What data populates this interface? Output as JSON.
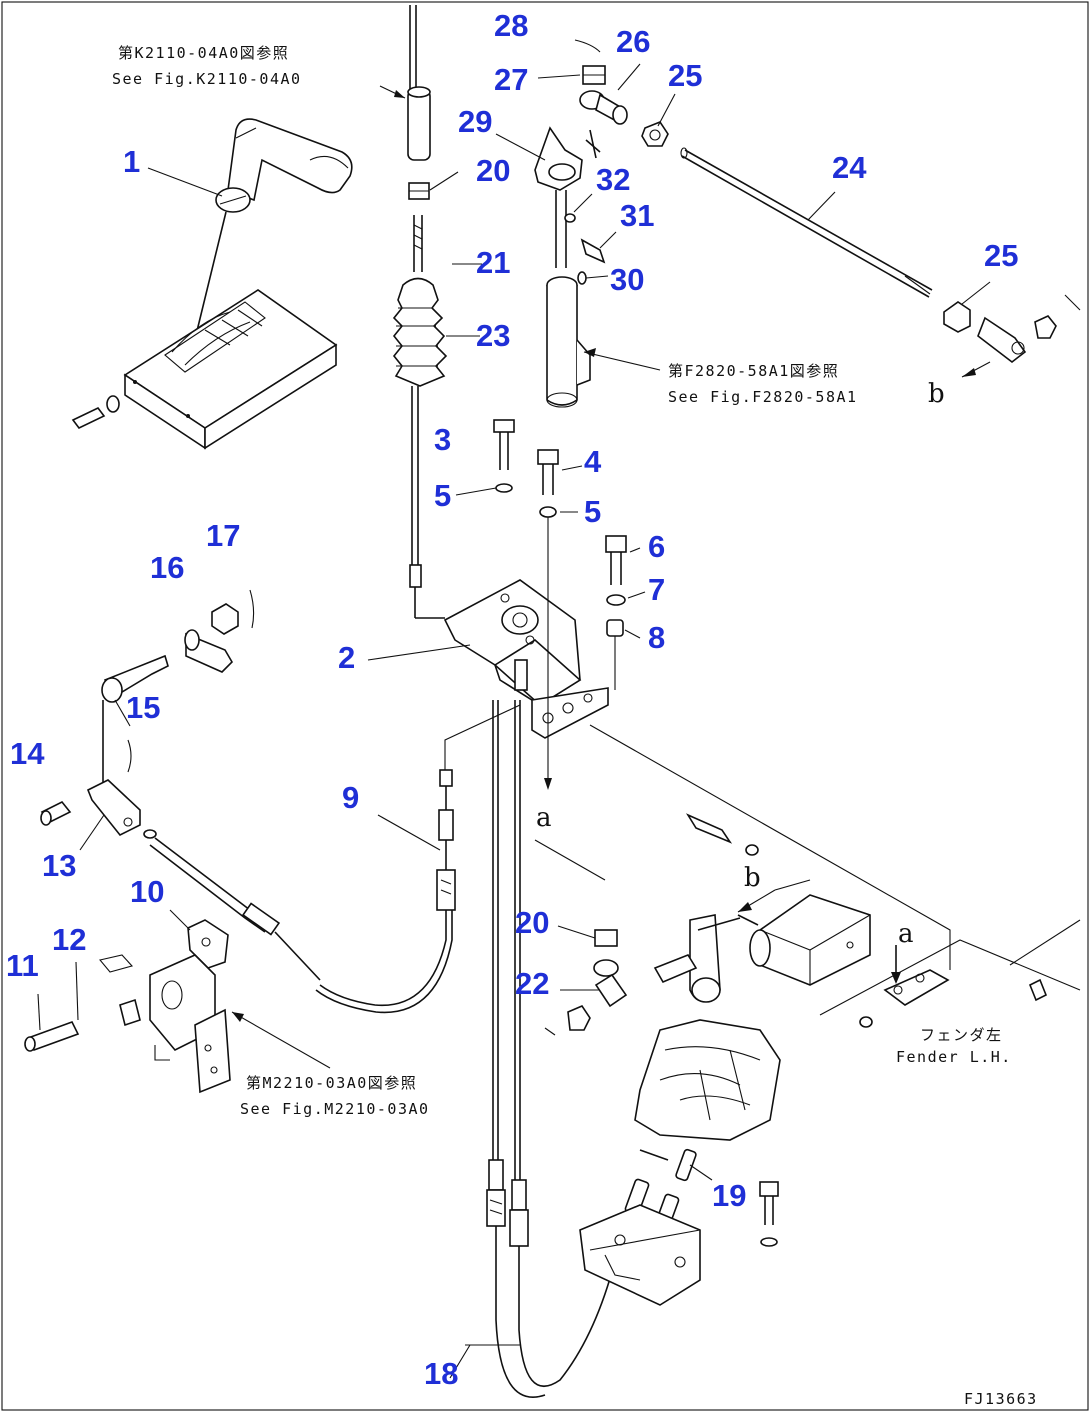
{
  "colors": {
    "callout": "#1f2fd6",
    "line": "#111111",
    "background": "#ffffff"
  },
  "callouts": [
    {
      "id": "1",
      "label": "1"
    },
    {
      "id": "2",
      "label": "2"
    },
    {
      "id": "3",
      "label": "3"
    },
    {
      "id": "4",
      "label": "4"
    },
    {
      "id": "5a",
      "label": "5"
    },
    {
      "id": "5b",
      "label": "5"
    },
    {
      "id": "6",
      "label": "6"
    },
    {
      "id": "7",
      "label": "7"
    },
    {
      "id": "8",
      "label": "8"
    },
    {
      "id": "9",
      "label": "9"
    },
    {
      "id": "10",
      "label": "10"
    },
    {
      "id": "11",
      "label": "11"
    },
    {
      "id": "12",
      "label": "12"
    },
    {
      "id": "13",
      "label": "13"
    },
    {
      "id": "14",
      "label": "14"
    },
    {
      "id": "15",
      "label": "15"
    },
    {
      "id": "16",
      "label": "16"
    },
    {
      "id": "17",
      "label": "17"
    },
    {
      "id": "18",
      "label": "18"
    },
    {
      "id": "19",
      "label": "19"
    },
    {
      "id": "20a",
      "label": "20"
    },
    {
      "id": "20b",
      "label": "20"
    },
    {
      "id": "21",
      "label": "21"
    },
    {
      "id": "22",
      "label": "22"
    },
    {
      "id": "23",
      "label": "23"
    },
    {
      "id": "24",
      "label": "24"
    },
    {
      "id": "25a",
      "label": "25"
    },
    {
      "id": "25b",
      "label": "25"
    },
    {
      "id": "26",
      "label": "26"
    },
    {
      "id": "27",
      "label": "27"
    },
    {
      "id": "28",
      "label": "28"
    },
    {
      "id": "29",
      "label": "29"
    },
    {
      "id": "30",
      "label": "30"
    },
    {
      "id": "31",
      "label": "31"
    },
    {
      "id": "32",
      "label": "32"
    }
  ],
  "references": {
    "k2110_jp": "第K2110-04A0図参照",
    "k2110_en": "See Fig.K2110-04A0",
    "f2820_jp": "第F2820-58A1図参照",
    "f2820_en": "See Fig.F2820-58A1",
    "m2210_jp": "第M2210-03A0図参照",
    "m2210_en": "See Fig.M2210-03A0",
    "fender_jp": "フェンダ左",
    "fender_en": "Fender L.H."
  },
  "connection_marks": {
    "a": "a",
    "b": "b"
  },
  "drawing_code": "FJ13663"
}
